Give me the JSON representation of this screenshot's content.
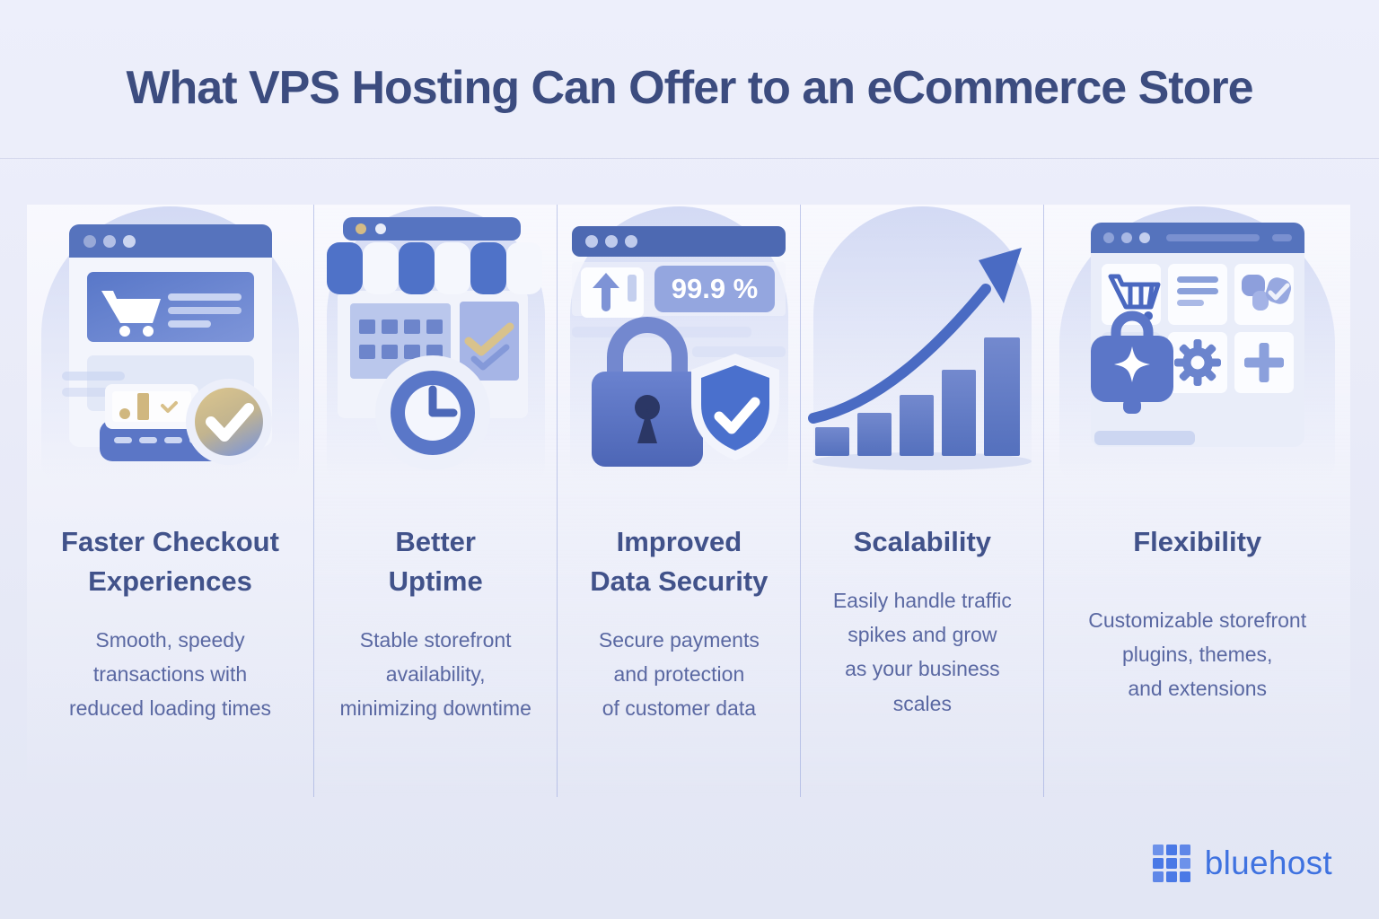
{
  "title": "What VPS Hosting Can Offer to an eCommerce Store",
  "columns": [
    {
      "heading": "Faster Checkout\nExperiences",
      "body": "Smooth, speedy\ntransactions with\nreduced loading times",
      "illustration": "browser-cart-card-reader-check"
    },
    {
      "heading": "Better\nUptime",
      "body": "Stable storefront\navailability,\nminimizing downtime",
      "illustration": "storefront-awning-clock"
    },
    {
      "heading": "Improved\nData Security",
      "body": "Secure payments\nand protection\nof customer data",
      "illustration": "padlock-shield-check",
      "badge": "99.9 %"
    },
    {
      "heading": "Scalability",
      "body": "Easily handle traffic\nspikes and grow\nas your business\nscales",
      "illustration": "rising-bars-growth-arrow"
    },
    {
      "heading": "Flexibility",
      "body": "Customizable storefront\nplugins, themes,\nand extensions",
      "illustration": "browser-modules-grid"
    }
  ],
  "footer": {
    "brand": "bluehost"
  },
  "colors": {
    "background": "#e9ebf8",
    "title_text": "#3c4c7f",
    "heading_text": "#41528a",
    "body_text": "#5a68a2",
    "accent_blue": "#5573c4",
    "deep_blue": "#4a70cd",
    "gold": "#d4ba84",
    "brand_blue": "#3f72e0"
  }
}
